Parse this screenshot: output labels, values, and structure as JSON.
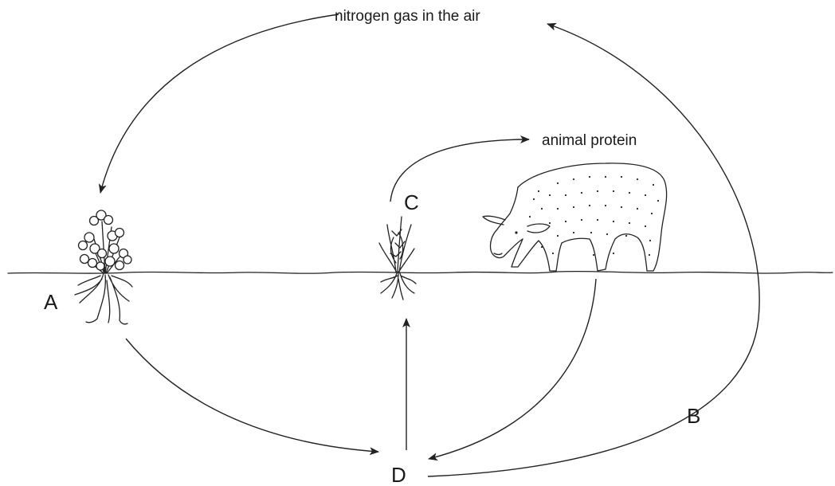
{
  "labels": {
    "top": "nitrogen gas in the air",
    "animal": "animal protein",
    "a": "A",
    "b": "B",
    "c": "C",
    "d": "D"
  },
  "colors": {
    "ink": "#222222",
    "background": "#ffffff"
  },
  "icons": [
    "clover-plant-icon",
    "grass-plant-icon",
    "sheep-icon",
    "arrowhead-icon"
  ]
}
